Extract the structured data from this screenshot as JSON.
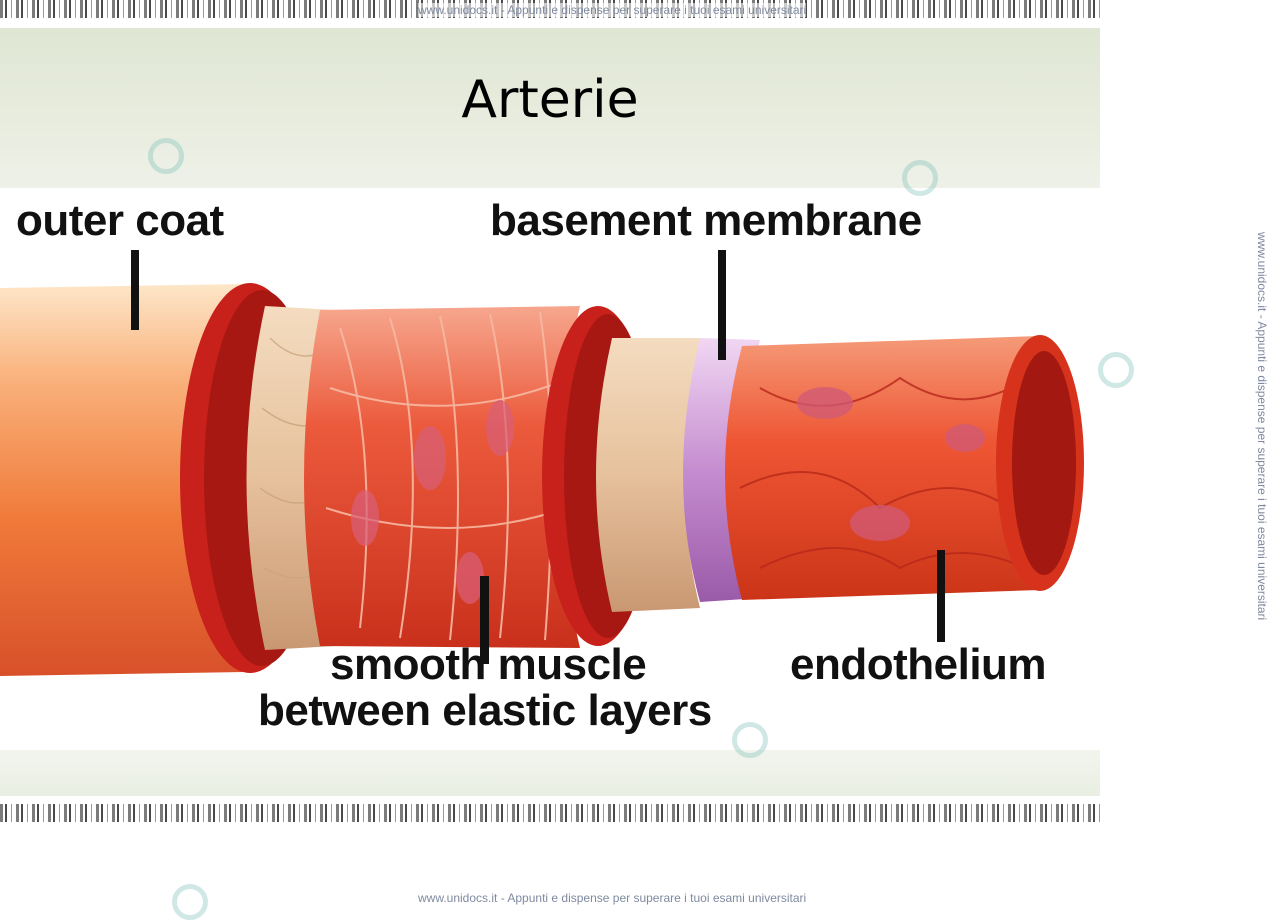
{
  "slide": {
    "title": "Arterie"
  },
  "diagram": {
    "labels": {
      "outer_coat": "outer coat",
      "basement_membrane": "basement membrane",
      "smooth_muscle_line1": "smooth muscle",
      "smooth_muscle_line2": "between elastic layers",
      "endothelium": "endothelium"
    },
    "colors": {
      "outer": "#f08a4a",
      "red_ring": "#c8201a",
      "elastic": "#e9c7a4",
      "muscle": "#e8452e",
      "membrane": "#c48ad0",
      "endo": "#ea4a2c"
    }
  },
  "watermark": {
    "footer_text": "www.unidocs.it - Appunti e dispense per superare i tuoi esami universitari"
  }
}
